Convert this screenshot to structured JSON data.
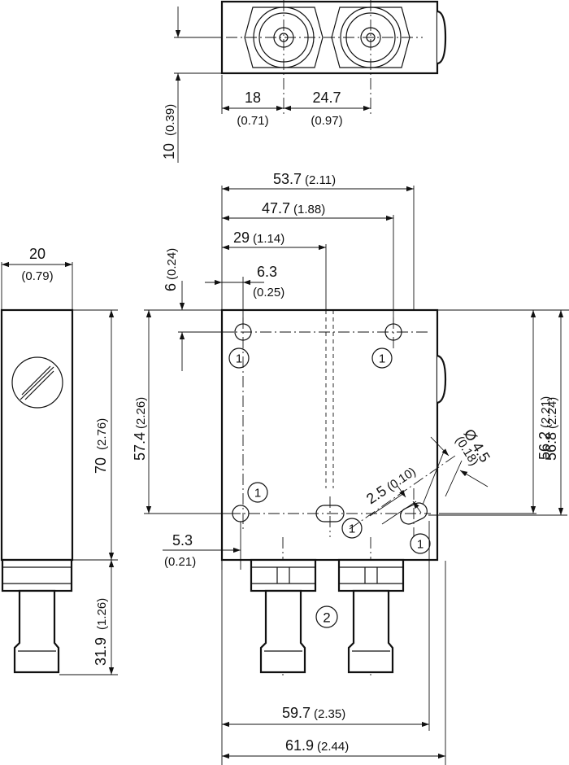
{
  "dimensions": {
    "top_width_18": {
      "mm": "18",
      "inch": "(0.71)"
    },
    "top_width_24_7": {
      "mm": "24.7",
      "inch": "(0.97)"
    },
    "top_height_10": {
      "mm": "10",
      "inch": "(0.39)"
    },
    "side_width_20": {
      "mm": "20",
      "inch": "(0.79)"
    },
    "side_height_70": {
      "mm": "70",
      "inch": "(2.76)"
    },
    "side_fitting_31_9": {
      "mm": "31.9",
      "inch": "(1.26)"
    },
    "front_53_7": {
      "mm": "53.7",
      "inch": "(2.11)"
    },
    "front_47_7": {
      "mm": "47.7",
      "inch": "(1.88)"
    },
    "front_29": {
      "mm": "29",
      "inch": "(1.14)"
    },
    "front_6_3": {
      "mm": "6.3",
      "inch": "(0.25)"
    },
    "front_6": {
      "mm": "6",
      "inch": "(0.24)"
    },
    "front_57_4": {
      "mm": "57.4",
      "inch": "(2.26)"
    },
    "front_5_3": {
      "mm": "5.3",
      "inch": "(0.21)"
    },
    "front_56_2": {
      "mm": "56.2",
      "inch": "(2.21)"
    },
    "front_56_8": {
      "mm": "56.8",
      "inch": "(2.24)"
    },
    "slot_2_5": {
      "mm": "2.5",
      "inch": "(0.10)"
    },
    "hole_dia": {
      "mm": "Ø 4.5",
      "inch": "(0.18)"
    },
    "front_59_7": {
      "mm": "59.7",
      "inch": "(2.35)"
    },
    "front_61_9": {
      "mm": "61.9",
      "inch": "(2.44)"
    }
  },
  "callouts": {
    "mounting_hole": "1",
    "connection": "2"
  }
}
